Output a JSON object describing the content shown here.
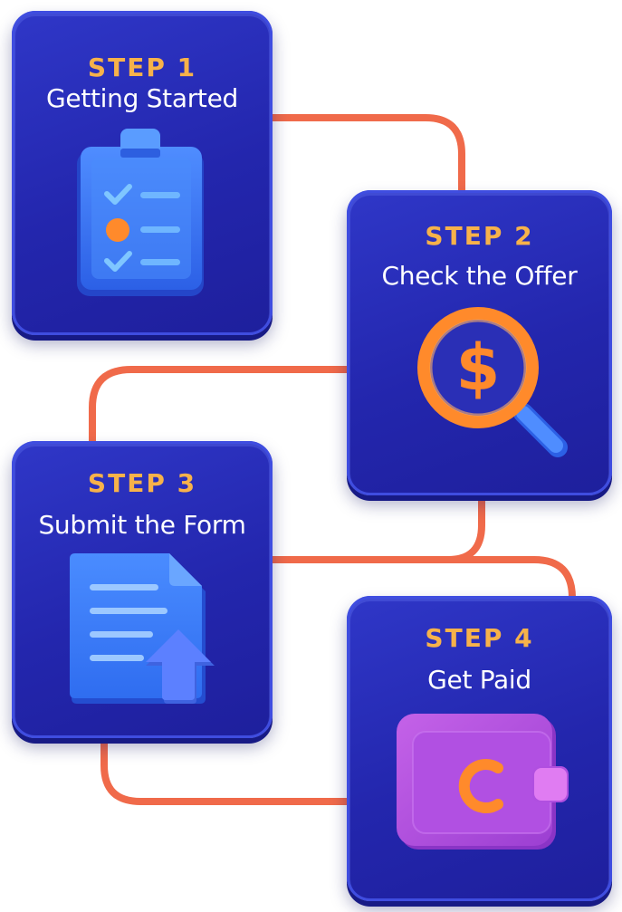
{
  "steps": [
    {
      "label": "STEP 1",
      "title": "Getting Started",
      "icon": "clipboard-checklist-icon"
    },
    {
      "label": "STEP 2",
      "title": "Check the Offer",
      "icon": "dollar-magnifier-icon"
    },
    {
      "label": "STEP 3",
      "title": "Submit the Form",
      "icon": "document-upload-icon"
    },
    {
      "label": "STEP 4",
      "title": "Get Paid",
      "icon": "wallet-icon"
    }
  ],
  "colors": {
    "card": "#2326ad",
    "card_border": "#3f4de0",
    "step_label": "#f7b24a",
    "title": "#ffffff",
    "connector": "#f06a4a",
    "icon_blue": "#3c7cf5",
    "icon_orange": "#ff8a2b",
    "wallet_purple": "#b455e0"
  }
}
